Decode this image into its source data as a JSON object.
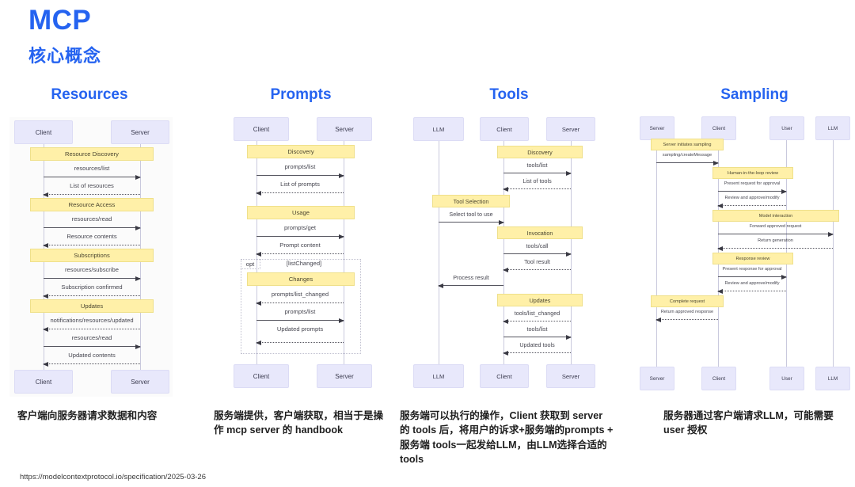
{
  "title": {
    "main": "MCP",
    "sub": "核心概念",
    "color": "#2563f0"
  },
  "footer": {
    "url": "https://modelcontextprotocol.io/specification/2025-03-26"
  },
  "columns": [
    {
      "key": "resources",
      "heading": "Resources",
      "caption": "客户端向服务器请求数据和内容",
      "actors": [
        "Client",
        "Server"
      ],
      "notes": [
        "Resource Discovery",
        "Resource Access",
        "Subscriptions",
        "Updates"
      ],
      "messages": [
        "resources/list",
        "List of resources",
        "resources/read",
        "Resource contents",
        "resources/subscribe",
        "Subscription confirmed",
        "notifications/resources/updated",
        "resources/read",
        "Updated contents"
      ]
    },
    {
      "key": "prompts",
      "heading": "Prompts",
      "caption": "服务端提供，客户端获取，相当于是操作 mcp server 的 handbook",
      "actors": [
        "Client",
        "Server"
      ],
      "notes": [
        "Discovery",
        "Usage",
        "Changes"
      ],
      "fragment": {
        "tag": "opt",
        "condition": "[listChanged]"
      },
      "messages": [
        "prompts/list",
        "List of prompts",
        "prompts/get",
        "Prompt content",
        "prompts/list_changed",
        "prompts/list",
        "Updated prompts"
      ]
    },
    {
      "key": "tools",
      "heading": "Tools",
      "caption": "服务端可以执行的操作，Client 获取到 server 的 tools 后，将用户的诉求+服务端的prompts + 服务端 tools一起发给LLM，由LLM选择合适的 tools",
      "actors": [
        "LLM",
        "Client",
        "Server"
      ],
      "notes": [
        "Discovery",
        "Tool Selection",
        "Invocation",
        "Updates"
      ],
      "messages": [
        "tools/list",
        "List of tools",
        "Select tool to use",
        "tools/call",
        "Tool result",
        "Process result",
        "tools/list_changed",
        "tools/list",
        "Updated tools"
      ]
    },
    {
      "key": "sampling",
      "heading": "Sampling",
      "caption": "服务器通过客户端请求LLM，可能需要 user 授权",
      "actors": [
        "Server",
        "Client",
        "User",
        "LLM"
      ],
      "notes": [
        "Server initiates sampling",
        "Human-in-the-loop review",
        "Model interaction",
        "Response review",
        "Complete request"
      ],
      "messages": [
        "sampling/createMessage",
        "Present request for approval",
        "Review and approve/modify",
        "Forward approved request",
        "Return generation",
        "Present response for approval",
        "Review and approve/modify",
        "Return approved response"
      ]
    }
  ],
  "colors": {
    "accent": "#2563f0",
    "actor_fill": "#e8e8fb",
    "note_fill": "#fff0a8",
    "lifeline": "#c9c9dd"
  }
}
